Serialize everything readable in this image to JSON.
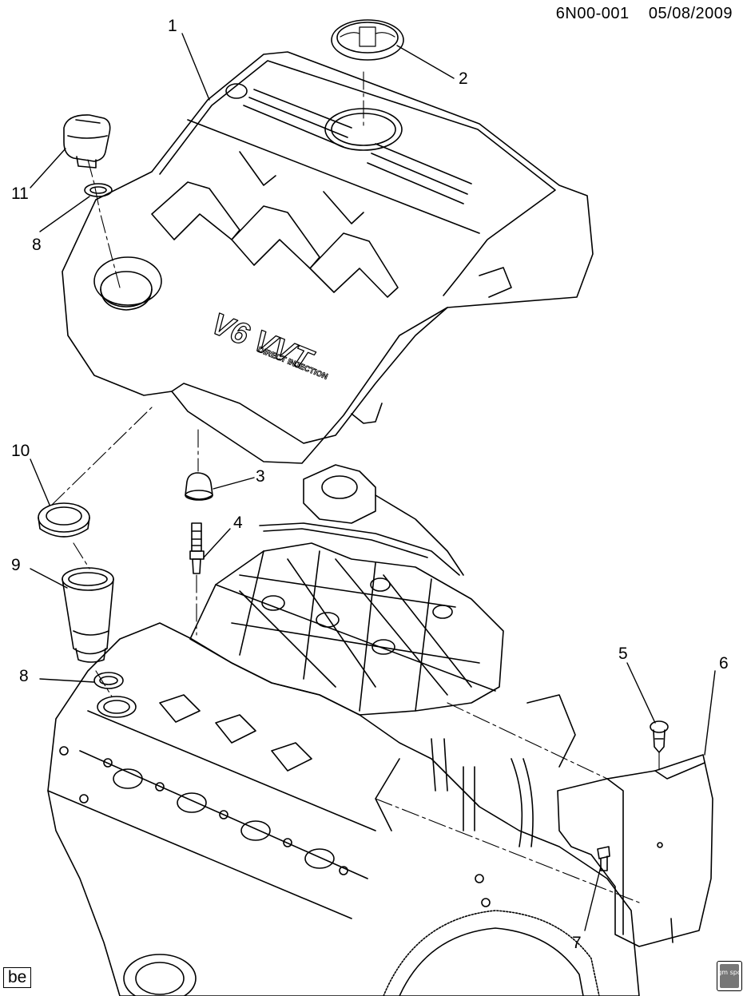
{
  "header": {
    "code": "6N00-001",
    "date": "05/08/2009"
  },
  "cover_text": {
    "main": "V6 VVT",
    "sub": "DIRECT INJECTION"
  },
  "callouts": [
    {
      "id": "c1",
      "label": "1"
    },
    {
      "id": "c2",
      "label": "2"
    },
    {
      "id": "c3",
      "label": "3"
    },
    {
      "id": "c4",
      "label": "4"
    },
    {
      "id": "c5",
      "label": "5"
    },
    {
      "id": "c6",
      "label": "6"
    },
    {
      "id": "c7",
      "label": "7"
    },
    {
      "id": "c8a",
      "label": "8"
    },
    {
      "id": "c8b",
      "label": "8"
    },
    {
      "id": "c9",
      "label": "9"
    },
    {
      "id": "c10",
      "label": "10"
    },
    {
      "id": "c11",
      "label": "11"
    }
  ],
  "footer": {
    "view_code": "be",
    "logo_text": "gm spo"
  },
  "colors": {
    "line": "#000000",
    "background": "#ffffff"
  }
}
